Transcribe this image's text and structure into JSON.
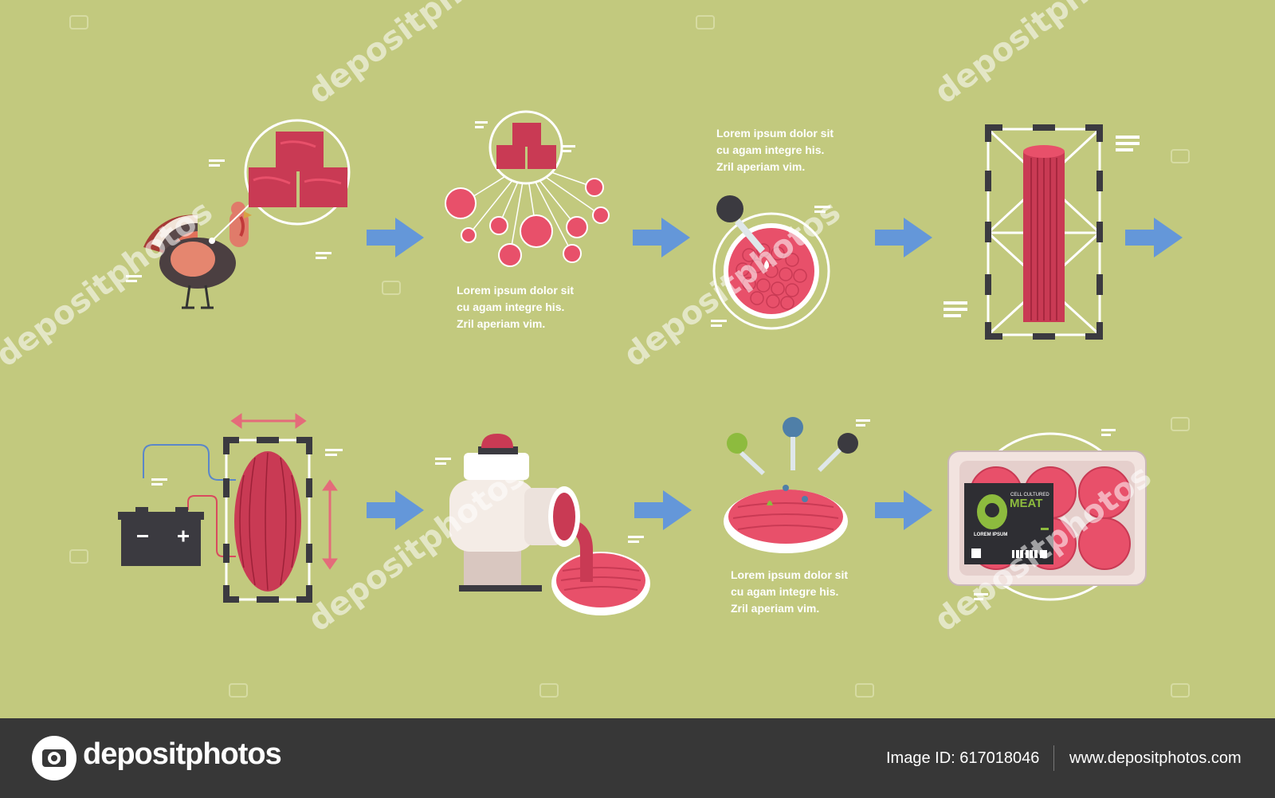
{
  "colors": {
    "background": "#c2c97e",
    "arrow": "#6497d9",
    "meat": "#c93a54",
    "meat_light": "#e8506a",
    "meat_dark": "#9d2138",
    "frame": "#3b3a40",
    "white": "#ffffff",
    "caption": "#ffffff",
    "footer_bg": "#373737",
    "footer_text": "#ffffff"
  },
  "captions": {
    "step_2": [
      "Lorem ipsum dolor sit",
      "cu agam integre his.",
      "Zril aperiam vim."
    ],
    "step_3": [
      "Lorem ipsum dolor sit",
      "cu agam integre his.",
      "Zril aperiam vim."
    ],
    "step_7": [
      "Lorem ipsum dolor sit",
      "cu agam integre his.",
      "Zril aperiam vim."
    ]
  },
  "package_label": {
    "small_text": "CELL CULTURED",
    "big_text": "MEAT",
    "brand": "LOREM IPSUM"
  },
  "icons": {
    "step_1": "turkey-with-meat-cubes-icon",
    "step_2": "cell-extraction-icon",
    "step_3": "petri-dish-dropper-icon",
    "step_4": "scaffold-muscle-icon",
    "step_5": "electrical-stimulation-icon",
    "step_6": "meat-grinder-icon",
    "step_7": "seasoning-dish-icon",
    "step_8": "packaged-patties-icon"
  },
  "watermark": "depositphotos",
  "footer": {
    "logo_text": "depositphotos",
    "image_id": "Image ID: 617018046",
    "url": "www.depositphotos.com"
  }
}
